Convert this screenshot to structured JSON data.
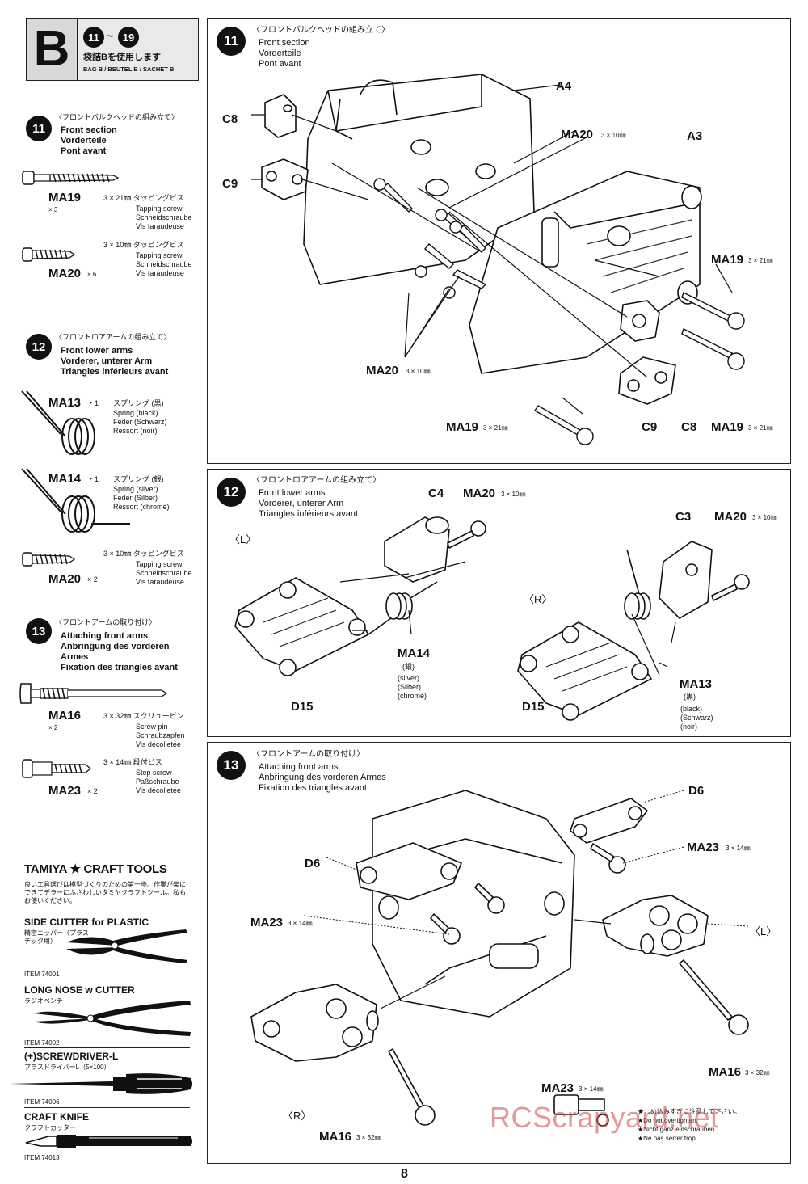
{
  "header": {
    "bag_letter": "B",
    "range_from": "11",
    "range_to": "19",
    "bag_jp": "袋詰Bを使用します",
    "bag_label": "BAG B / BEUTEL B / SACHET B"
  },
  "sidebar": {
    "s11": {
      "num": "11",
      "jp": "〈フロントバルクヘッドの組み立て〉",
      "en": "Front section",
      "de": "Vorderteile",
      "fr": "Pont avant",
      "parts": [
        {
          "code": "MA19",
          "qty": "× 3",
          "spec": "3 × 21㎜ タッピングビス",
          "l1": "Tapping screw",
          "l2": "Schneidschraube",
          "l3": "Vis taraudeuse"
        },
        {
          "code": "MA20",
          "qty": "× 6",
          "spec": "3 × 10㎜ タッピングビス",
          "l1": "Tapping screw",
          "l2": "Schneidschraube",
          "l3": "Vis taraudeuse"
        }
      ]
    },
    "s12": {
      "num": "12",
      "jp": "〈フロントロアアームの組み立て〉",
      "en": "Front lower arms",
      "de": "Vorderer, unterer Arm",
      "fr": "Triangles inférieurs avant",
      "parts": [
        {
          "code": "MA13",
          "qty": "・1",
          "spec": "スプリング (黒)",
          "l1": "Spring (black)",
          "l2": "Feder (Schwarz)",
          "l3": "Ressort (noir)"
        },
        {
          "code": "MA14",
          "qty": "・1",
          "spec": "スプリング (銀)",
          "l1": "Spring (silver)",
          "l2": "Feder (Silber)",
          "l3": "Ressort (chromé)"
        },
        {
          "code": "MA20",
          "qty": "× 2",
          "spec": "3 × 10㎜ タッピングビス",
          "l1": "Tapping screw",
          "l2": "Schneidschraube",
          "l3": "Vis taraudeuse"
        }
      ]
    },
    "s13": {
      "num": "13",
      "jp": "〈フロントアームの取り付け〉",
      "en": "Attaching front arms",
      "de": "Anbringung des vorderen",
      "de2": "Armes",
      "fr": "Fixation des triangles avant",
      "parts": [
        {
          "code": "MA16",
          "qty": "× 2",
          "spec": "3 × 32㎜ スクリューピン",
          "l1": "Screw pin",
          "l2": "Schraubzapfen",
          "l3": "Vis décolletée"
        },
        {
          "code": "MA23",
          "qty": "× 2",
          "spec": "3 × 14㎜ 段付ビス",
          "l1": "Step screw",
          "l2": "Paßschraube",
          "l3": "Vis décolletée"
        }
      ]
    },
    "tools": {
      "brand": "TAMIYA ★ CRAFT TOOLS",
      "intro": "良い工具選びは模型づくりのための第一歩。作業が楽にできてデラーにふさわしいタミヤクラフトツール。私もお使いください。",
      "items": [
        {
          "name": "SIDE CUTTER for PLASTIC",
          "jp": "精密ニッパー（プラスチック用）",
          "item": "ITEM 74001"
        },
        {
          "name": "LONG NOSE w CUTTER",
          "jp": "ラジオペンチ",
          "item": "ITEM 74002"
        },
        {
          "name": "(+)SCREWDRIVER-L",
          "jp": "プラスドライバーL（5×100）",
          "item": "ITEM 74006"
        },
        {
          "name": "CRAFT KNIFE",
          "jp": "クラフトカッター",
          "item": "ITEM 74013"
        }
      ]
    }
  },
  "panel11": {
    "num": "11",
    "jp": "〈フロントバルクヘッドの組み立て〉",
    "en": "Front section",
    "de": "Vorderteile",
    "fr": "Pont avant",
    "labels": {
      "a4": "A4",
      "a3": "A3",
      "c8_top": "C8",
      "c9_top": "C9",
      "ma20_a": "MA20",
      "ma20_a_spec": "3 × 10㎜",
      "ma20_b": "MA20",
      "ma20_b_spec": "3 × 10㎜",
      "ma19_a": "MA19",
      "ma19_a_spec": "3 × 21㎜",
      "ma19_b": "MA19",
      "ma19_b_spec": "3 × 21㎜",
      "ma19_c": "MA19",
      "ma19_c_spec": "3 × 21㎜",
      "c9_bot": "C9",
      "c8_bot": "C8"
    }
  },
  "panel12": {
    "num": "12",
    "jp": "〈フロントロアアームの組み立て〉",
    "en": "Front lower arms",
    "de": "Vorderer, unterer Arm",
    "fr": "Triangles inférieurs avant",
    "labels": {
      "left": "〈L〉",
      "right": "〈R〉",
      "c4": "C4",
      "c3": "C3",
      "ma20_l": "MA20",
      "ma20_l_spec": "3 × 10㎜",
      "ma20_r": "MA20",
      "ma20_r_spec": "3 × 10㎜",
      "d15_l": "D15",
      "d15_r": "D15",
      "ma14": "MA14",
      "ma14_jp": "(銀)",
      "ma14_1": "(silver)",
      "ma14_2": "(Silber)",
      "ma14_3": "(chromé)",
      "ma13": "MA13",
      "ma13_jp": "(黒)",
      "ma13_1": "(black)",
      "ma13_2": "(Schwarz)",
      "ma13_3": "(noir)"
    }
  },
  "panel13": {
    "num": "13",
    "jp": "〈フロントアームの取り付け〉",
    "en": "Attaching front arms",
    "de": "Anbringung des vorderen Armes",
    "fr": "Fixation des triangles avant",
    "labels": {
      "d6_top": "D6",
      "d6_left": "D6",
      "ma23_right": "MA23",
      "ma23_right_spec": "3 × 14㎜",
      "ma23_left": "MA23",
      "ma23_left_spec": "3 × 14㎜",
      "ma23_bot": "MA23",
      "ma23_bot_spec": "3 × 14㎜",
      "left": "〈L〉",
      "right": "〈R〉",
      "ma16_r": "MA16",
      "ma16_r_spec": "3 × 32㎜",
      "ma16_l": "MA16",
      "ma16_l_spec": "3 × 32㎜"
    },
    "notes": [
      "★しめ込みすぎに注意して下さい。",
      "★Do not overtighten.",
      "★Nicht ganz einschrauben.",
      "★Ne pas serrer trop."
    ]
  },
  "watermark": "RCScrapyard.net",
  "page_number": "8"
}
